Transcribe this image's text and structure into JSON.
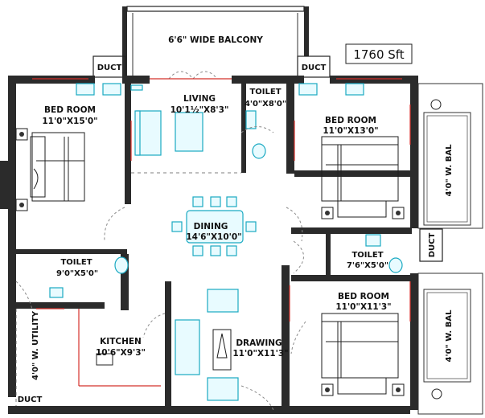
{
  "title": {
    "area": "1760 Sft"
  },
  "rooms": {
    "balcony": {
      "name": "6'6\" WIDE BALCONY"
    },
    "living": {
      "name": "LIVING",
      "size": "10'1½\"X8'3\""
    },
    "toilet_top": {
      "name": "TOILET",
      "size": "4'0\"X8'0\""
    },
    "bed_left": {
      "name": "BED ROOM",
      "size": "11'0\"X15'0\""
    },
    "bed_right_top": {
      "name": "BED ROOM",
      "size": "11'0\"X13'0\""
    },
    "dining": {
      "name": "DINING",
      "size": "14'6\"X10'0\""
    },
    "toilet_left": {
      "name": "TOILET",
      "size": "9'0\"X5'0\""
    },
    "toilet_right": {
      "name": "TOILET",
      "size": "7'6\"X5'0\""
    },
    "kitchen": {
      "name": "KITCHEN",
      "size": "10'6\"X9'3\""
    },
    "drawing": {
      "name": "DRAWING",
      "size": "11'0\"X11'3\""
    },
    "bed_right_bottom": {
      "name": "BED ROOM",
      "size": "11'0\"X11'3\""
    },
    "utility": {
      "name": "4'0\" W. UTILITY"
    },
    "bal_top": {
      "name": "4'0\" W. BAL"
    },
    "bal_bottom": {
      "name": "4'0\" W. BAL"
    }
  },
  "ducts": {
    "top_left": "DUCT",
    "top_right": "DUCT",
    "right_mid": "DUCT",
    "bottom_left": "DUCT"
  },
  "colors": {
    "wall": "#2b2b2b",
    "window": "#1aa9c2",
    "door_frame": "#d4302a"
  }
}
